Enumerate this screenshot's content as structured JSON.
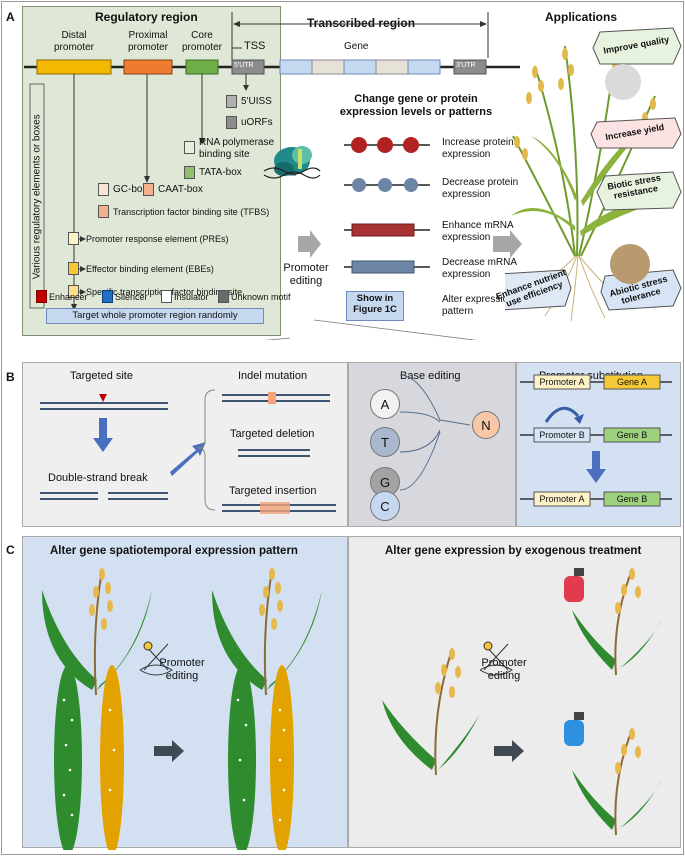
{
  "panels": {
    "a": "A",
    "b": "B",
    "c": "C"
  },
  "regulatory": {
    "title": "Regulatory region",
    "distal": "Distal\npromoter",
    "proximal": "Proximal\npromoter",
    "core": "Core\npromoter",
    "tss": "TSS",
    "side_label": "Various regulatory elements or boxes",
    "elements": {
      "uiss": "5'UISS",
      "uorfs": "uORFs",
      "rnap": "RNA polymerase\nbinding site",
      "tata": "TATA-box",
      "gc": "GC-box",
      "caat": "CAAT-box",
      "tfbs": "Transcription factor binding site (TFBS)",
      "pre": "Promoter response element (PREs)",
      "ebe": "Effector binding element (EBEs)",
      "stf": "Specific transcription factor binding site"
    },
    "legend": {
      "enhancer": "Enhancer",
      "silencer": "Silencer",
      "insulator": "Insulator",
      "unknown": "Unknown motif"
    },
    "target_all": "Target whole promoter region randomly"
  },
  "transcribed": {
    "title": "Transcribed region",
    "gene": "Gene",
    "utr5": "5'UTR",
    "utr3": "3'UTR"
  },
  "change": {
    "title": "Change gene or protein\nexpression levels or patterns",
    "inc_protein": "Increase protein\nexpression",
    "dec_protein": "Decrease protein\nexpression",
    "enh_mrna": "Enhance mRNA\nexpression",
    "dec_mrna": "Decrease mRNA\nexpression",
    "show": "Show in\nFigure 1C",
    "alter": "Alter expression\npattern"
  },
  "promoter_editing": "Promoter\nediting",
  "applications": {
    "title": "Applications",
    "quality": "Improve quality",
    "yield": "Increase yield",
    "biotic": "Biotic stress\nresistance",
    "abiotic": "Abiotic stress\ntolerance",
    "nutrient": "Enhance nutrient\nuse efficiency"
  },
  "b": {
    "targeted_site": "Targeted site",
    "dsb": "Double-strand break",
    "indel": "Indel mutation",
    "deletion": "Targeted deletion",
    "insertion": "Targeted insertion",
    "base_editing": "Base editing",
    "bases": [
      "A",
      "T",
      "G",
      "C"
    ],
    "n": "N",
    "substitution": "Promoter substitution",
    "promoter_a": "Promoter A",
    "gene_a": "Gene A",
    "promoter_b": "Promoter B",
    "gene_b": "Gene B"
  },
  "c": {
    "left_title": "Alter gene spatiotemporal expression pattern",
    "right_title": "Alter gene expression by exogenous treatment",
    "editing": "Promoter\nediting"
  },
  "colors": {
    "reg_bg": "#dfe8d6",
    "blue_bg": "#d2e0f1",
    "grey_bg": "#e9e9e9",
    "distal": "#f5b800",
    "proximal": "#ee7b30",
    "core": "#6fad47",
    "red": "#b22222",
    "slate": "#6d86a6"
  }
}
